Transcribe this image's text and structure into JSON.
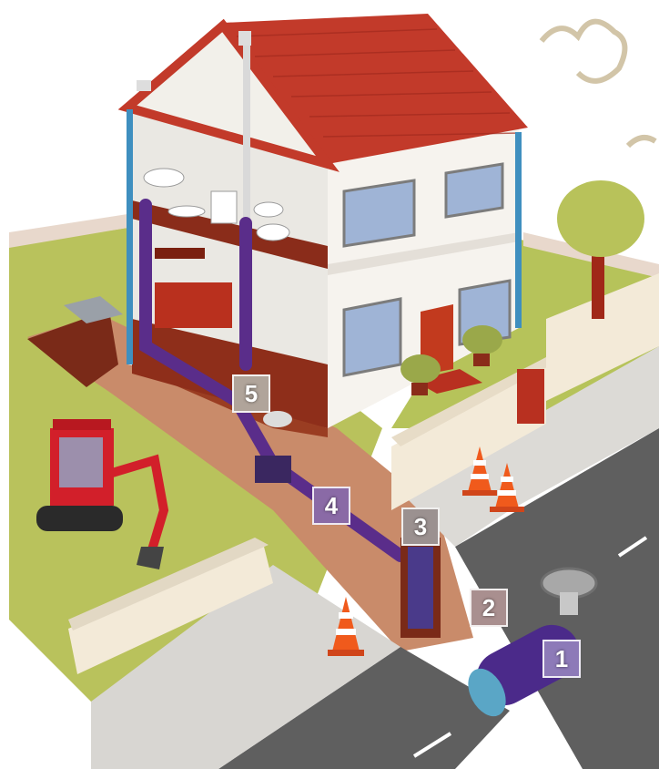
{
  "markers": [
    {
      "label": "1",
      "color": "#8d7ab8"
    },
    {
      "label": "2",
      "color": "#a98f8f"
    },
    {
      "label": "3",
      "color": "#9b9190"
    },
    {
      "label": "4",
      "color": "#8a6aa6"
    },
    {
      "label": "5",
      "color": "#b0a49a"
    }
  ],
  "colors": {
    "roof": "#c23a2a",
    "wall": "#f7f7f2",
    "grass": "#b8c25a",
    "soil": "#9a3d22",
    "trench": "#c98b6a",
    "road": "#6b6b6b",
    "pipe": "#5a2d8a",
    "downpipe": "#3f8fbf",
    "excavator": "#d21f2a",
    "cone": "#f05a1c"
  }
}
